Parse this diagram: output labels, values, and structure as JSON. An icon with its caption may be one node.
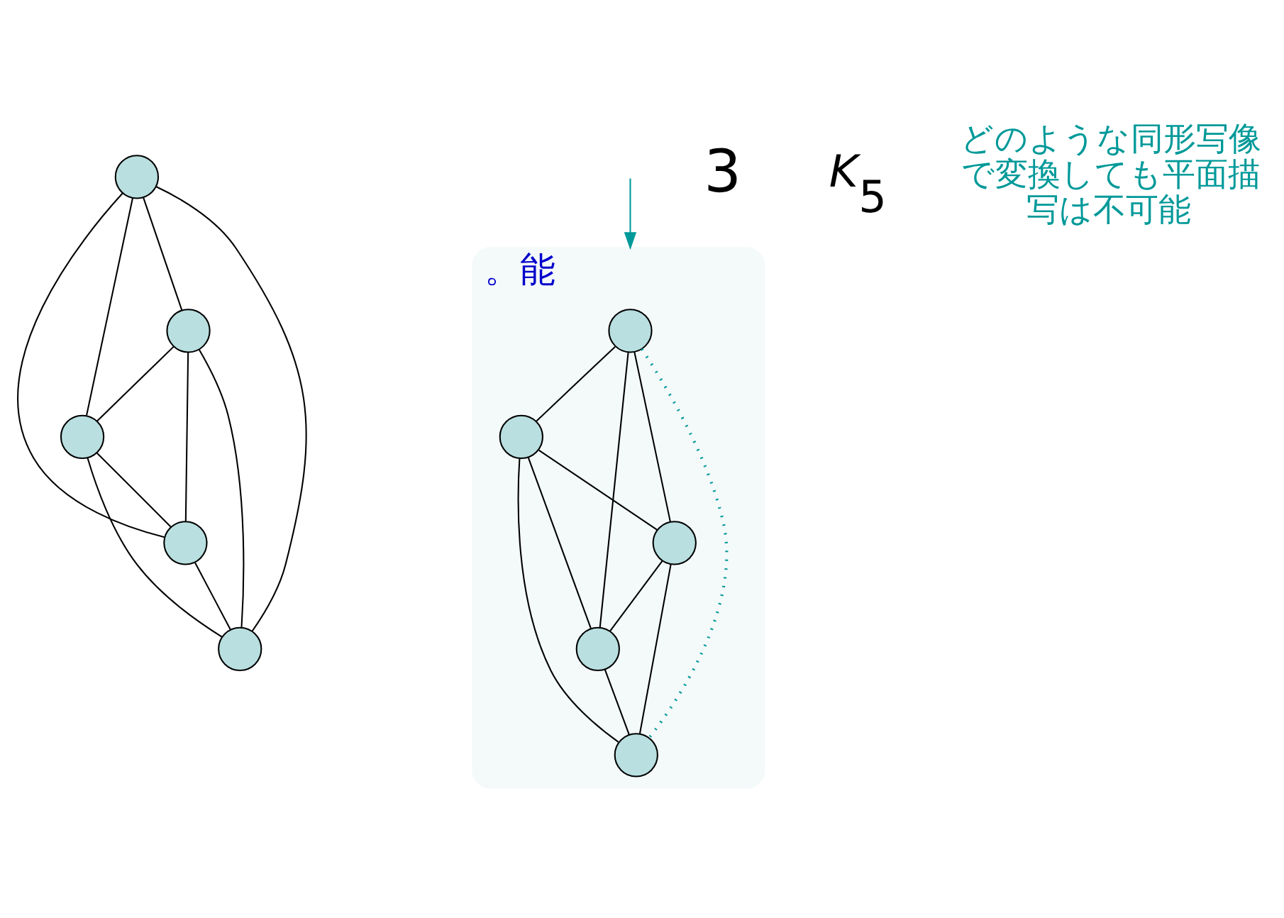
{
  "diagram": {
    "nodes": [
      {
        "text": [],
        "shape": "circle"
      },
      {
        "text": [],
        "shape": "circle"
      },
      {
        "text": [],
        "shape": "circle"
      },
      {
        "text": [],
        "shape": "circle"
      },
      {
        "text": [],
        "shape": "circle"
      },
      {
        "text": [
          "。能"
        ]
      },
      {
        "text": [],
        "shape": "circle",
        "in": 5
      },
      {
        "text": [],
        "shape": "circle",
        "in": 5
      },
      {
        "text": [],
        "shape": "circle",
        "in": 5
      },
      {
        "text": [],
        "shape": "circle",
        "in": 5
      },
      {
        "text": [],
        "shape": "circle",
        "in": 5
      }
    ],
    "edges": [
      {
        "from": 0,
        "to": 1,
        "arrow": "none"
      },
      {
        "from": 0,
        "to": 2,
        "arrow": "none"
      },
      {
        "from": 0,
        "to": 3,
        "arrow": "none"
      },
      {
        "from": 0,
        "to": 4,
        "arrow": "none"
      },
      {
        "from": 1,
        "to": 2,
        "arrow": "none"
      },
      {
        "from": 1,
        "to": 3,
        "arrow": "none"
      },
      {
        "from": 1,
        "to": 4,
        "arrow": "none"
      },
      {
        "from": 2,
        "to": 3,
        "arrow": "none"
      },
      {
        "from": 2,
        "to": 4,
        "arrow": "none"
      },
      {
        "from": 3,
        "to": 4,
        "arrow": "none"
      },
      {
        "from": null,
        "to": 5,
        "arrow": "to",
        "color": "#009999"
      },
      {
        "from": 6,
        "to": 7,
        "arrow": "none"
      },
      {
        "from": 6,
        "to": 8,
        "arrow": "none"
      },
      {
        "from": 6,
        "to": 10,
        "arrow": "none",
        "style": "dashed",
        "color": "#009999"
      },
      {
        "from": 7,
        "to": 8,
        "arrow": "none"
      },
      {
        "from": 7,
        "to": 9,
        "arrow": "none"
      },
      {
        "from": 7,
        "to": 10,
        "arrow": "none"
      },
      {
        "from": 8,
        "to": 10,
        "arrow": "none"
      },
      {
        "from": 9,
        "to": 10,
        "arrow": "none"
      },
      {
        "from": 6,
        "to": 9,
        "arrow": "none"
      },
      {
        "from": 8,
        "to": 9,
        "arrow": "none"
      }
    ],
    "labels": [
      "3",
      "K$_{5}$",
      "どのような同形写像で変換しても平面描写は不可能"
    ]
  }
}
